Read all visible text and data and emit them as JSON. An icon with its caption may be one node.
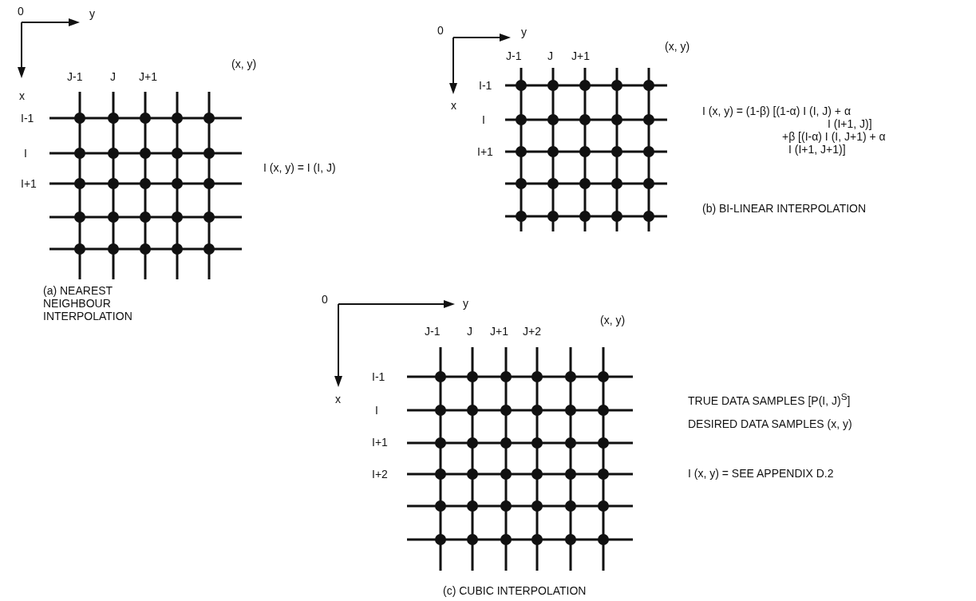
{
  "diagram": {
    "labels": [
      "0",
      "y",
      "(x, y)",
      "J-1",
      "J",
      "J+1",
      "x",
      "I-1",
      "I",
      "I+1",
      "I (x, y) = I (I, J)",
      "(a) NEAREST NEIGHBOUR INTERPOLATION",
      "0",
      "y",
      "(x, y)",
      "J-1",
      "J",
      "J+1",
      "I-1",
      "x",
      "I",
      "I+1",
      "I (x, y) = (1-β) [(1-α) I (I, J) + α",
      "I (I+1, J)]",
      "+β [(I-α) I (I, J+1) + α",
      "I (I+1, J+1)]",
      "(b) BI-LINEAR INTERPOLATION",
      "0",
      "y",
      "(x, y)",
      "J-1",
      "J",
      "J+1",
      "J+2",
      "I-1",
      "x",
      "I",
      "I+1",
      "I+2",
      "TRUE DATA SAMPLES [P(I, J)$^{S}$]",
      "DESIRED DATA SAMPLES (x, y)",
      "I (x, y) = SEE APPENDIX D.2",
      "(c) CUBIC INTERPOLATION"
    ]
  }
}
